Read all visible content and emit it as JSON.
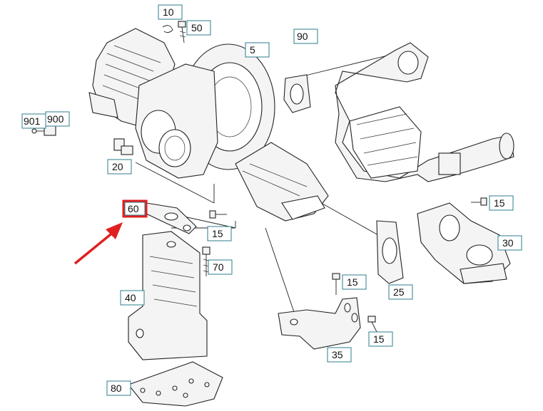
{
  "labels": {
    "p10": "10",
    "p50": "50",
    "p5": "5",
    "p90": "90",
    "p901": "901",
    "p900": "900",
    "p20": "20",
    "p60": "60",
    "p15a": "15",
    "p70": "70",
    "p40": "40",
    "p80": "80",
    "p15b": "15",
    "p25": "25",
    "p35": "35",
    "p15c": "15",
    "p15d": "15",
    "p30": "30"
  },
  "highlight": {
    "target": "60",
    "color": "#e02020"
  },
  "colors": {
    "label_border": "#2e7d8c",
    "arrow": "#e02020",
    "ink": "#222222"
  }
}
